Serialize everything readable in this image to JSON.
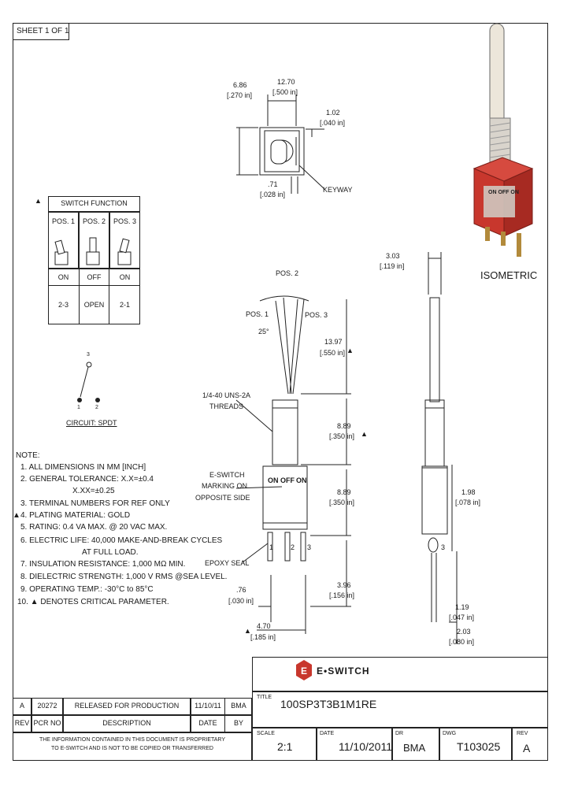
{
  "sheet": "SHEET 1 OF 1",
  "isometric_label": "ISOMETRIC",
  "switch_function": {
    "title": "SWITCH FUNCTION",
    "headers": [
      "POS. 1",
      "POS. 2",
      "POS. 3"
    ],
    "states": [
      "ON",
      "OFF",
      "ON"
    ],
    "terminals": [
      "2-3",
      "OPEN",
      "2-1"
    ]
  },
  "circuit": {
    "label": "CIRCUIT: SPDT",
    "t1": "1",
    "t2": "2",
    "t3": "3"
  },
  "dims": {
    "top_left_mm": "6.86",
    "top_left_in": "[.270 in]",
    "top_width_mm": "12.70",
    "top_width_in": "[.500 in]",
    "keyway_mm": "1.02",
    "keyway_in": "[.040 in]",
    "keyway_off_mm": ".71",
    "keyway_off_in": "[.028 in]",
    "keyway": "KEYWAY",
    "pos2": "POS. 2",
    "pos1": "POS. 1",
    "pos3": "POS. 3",
    "angle": "25°",
    "lever_mm": "13.97",
    "lever_in": "[.550 in]",
    "thread": "1/4-40 UNS-2A",
    "thread2": "THREADS",
    "bush_mm": "8.89",
    "bush_in": "[.350 in]",
    "body_mm": "8.89",
    "body_in": "[.350 in]",
    "marking1": "E-SWITCH",
    "marking2": "MARKING ON",
    "marking3": "OPPOSITE SIDE",
    "epoxy": "EPOXY SEAL",
    "term_w_mm": ".76",
    "term_w_in": "[.030 in]",
    "pitch_mm": "4.70",
    "pitch_in": "[.185 in]",
    "term_len_mm": "3.96",
    "term_len_in": "[.156 in]",
    "lever_dia_mm": "3.03",
    "lever_dia_in": "[.119 in]",
    "side_w_mm": "1.98",
    "side_w_in": "[.078 in]",
    "side_t_mm": "1.19",
    "side_t_in": "[.047 in]",
    "side_h_mm": "2.03",
    "side_h_in": "[.080 in]",
    "body_on": "ON",
    "body_off": "OFF",
    "body_on2": "ON",
    "term_1": "1",
    "term_2": "2",
    "term_3": "3"
  },
  "notes": {
    "title": "NOTE:",
    "items": [
      "1. ALL DIMENSIONS IN MM [INCH]",
      "2. GENERAL TOLERANCE: X.X=±0.4",
      "X.XX=±0.25",
      "3. TERMINAL NUMBERS FOR REF ONLY",
      "4. PLATING MATERIAL: GOLD",
      "5. RATING: 0.4 VA MAX. @ 20 VAC MAX.",
      "6. ELECTRIC LIFE: 40,000 MAKE-AND-BREAK CYCLES",
      "AT FULL LOAD.",
      "7. INSULATION RESISTANCE: 1,000 MΩ MIN.",
      "8. DIELECTRIC STRENGTH: 1,000 V RMS @SEA LEVEL.",
      "9. OPERATING TEMP.: -30°C to 85°C",
      "10. ▲ DENOTES CRITICAL PARAMETER."
    ]
  },
  "title_block": {
    "brand": "E•SWITCH",
    "title_label": "TITLE",
    "title": "100SP3T3B1M1RE",
    "scale_label": "SCALE",
    "scale": "2:1",
    "date_label": "DATE",
    "date": "11/10/2011",
    "dr_label": "DR",
    "dr": "BMA",
    "dwg_label": "DWG",
    "dwg": "T103025",
    "rev_label": "REV",
    "rev": "A"
  },
  "revisions": {
    "row": {
      "rev": "A",
      "pcr": "20272",
      "desc": "RELEASED FOR PRODUCTION",
      "date": "11/10/11",
      "by": "BMA"
    },
    "headers": {
      "rev": "REV",
      "pcr": "PCR NO",
      "desc": "DESCRIPTION",
      "date": "DATE",
      "by": "BY"
    },
    "proprietary1": "THE INFORMATION CONTAINED IN THIS DOCUMENT IS PROPRIETARY",
    "proprietary2": "TO E-SWITCH AND IS NOT TO BE COPIED OR TRANSFERRED"
  },
  "colors": {
    "red": "#c8372d",
    "line": "#222222"
  }
}
